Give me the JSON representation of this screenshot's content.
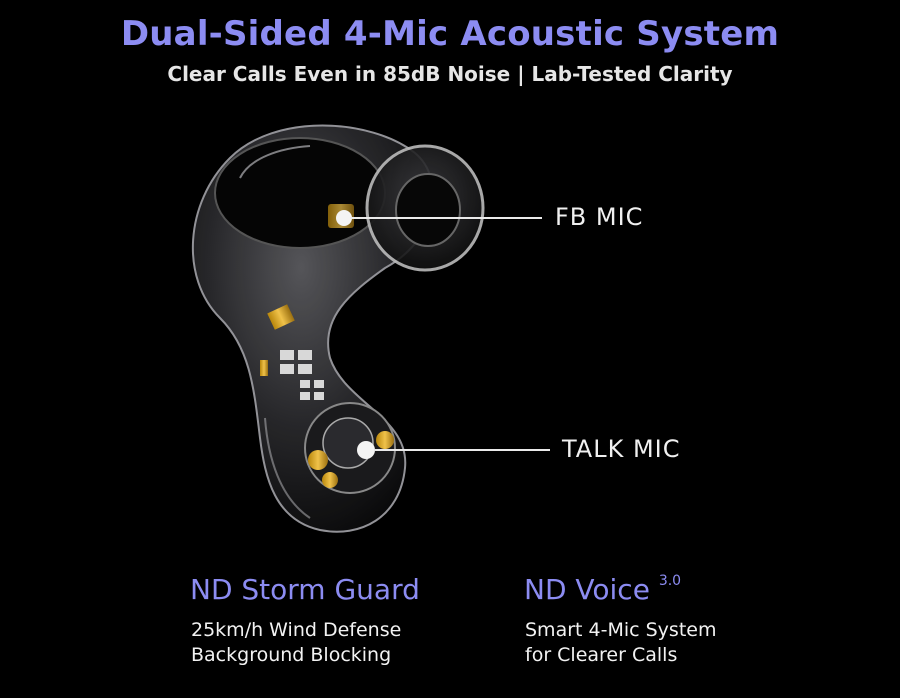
{
  "title": "Dual-Sided 4-Mic Acoustic System",
  "subtitle": "Clear Calls Even in 85dB Noise | Lab-Tested Clarity",
  "colors": {
    "accent": "#8c8cf2",
    "background": "#000000",
    "text": "#ffffff"
  },
  "callouts": {
    "fb_mic": "FB MIC",
    "talk_mic": "TALK MIC"
  },
  "features": {
    "left": {
      "title": "ND Storm Guard",
      "lines": [
        "25km/h Wind Defense",
        "Background Blocking"
      ]
    },
    "right": {
      "title": "ND Voice",
      "superscript": "3.0",
      "lines": [
        "Smart 4-Mic System",
        "for Clearer Calls"
      ]
    }
  }
}
